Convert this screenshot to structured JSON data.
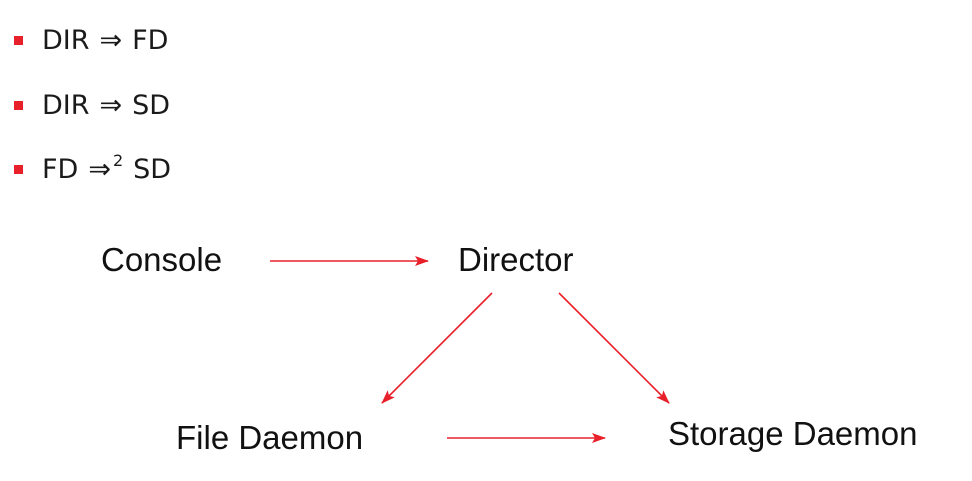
{
  "bullets": [
    {
      "left": "DIR",
      "op": "⇒",
      "sup": "",
      "right": "FD"
    },
    {
      "left": "DIR",
      "op": "⇒",
      "sup": "",
      "right": "SD"
    },
    {
      "left": "FD",
      "op": "⇒",
      "sup": "2",
      "right": "SD"
    }
  ],
  "nodes": {
    "console": "Console",
    "director": "Director",
    "file_daemon": "File Daemon",
    "storage_daemon": "Storage Daemon"
  },
  "edges": [
    {
      "from": "console",
      "to": "director"
    },
    {
      "from": "director",
      "to": "file_daemon"
    },
    {
      "from": "director",
      "to": "storage_daemon"
    },
    {
      "from": "file_daemon",
      "to": "storage_daemon"
    }
  ],
  "colors": {
    "marker": "#e8202a",
    "arrow": "#e8202a",
    "text": "#111111"
  }
}
